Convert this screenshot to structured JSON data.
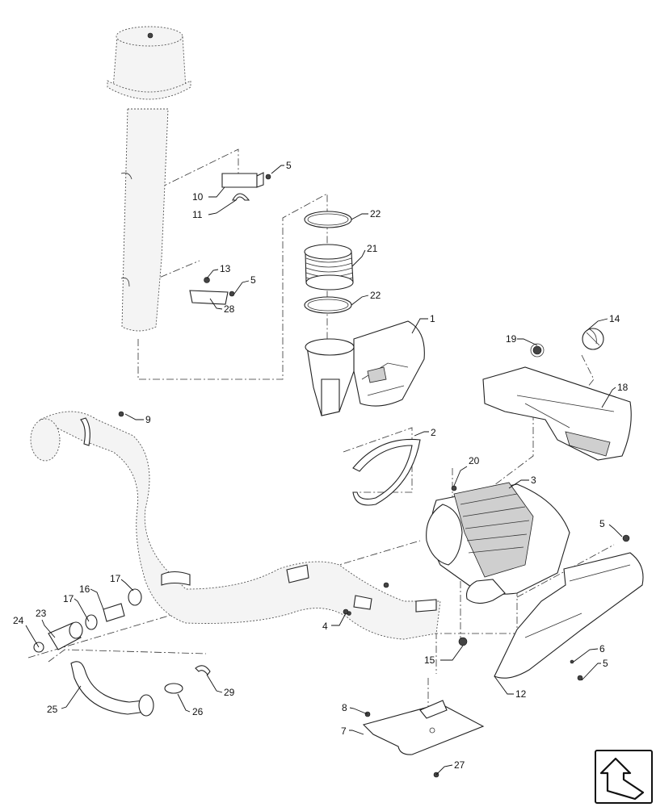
{
  "callouts": [
    "1",
    "2",
    "3",
    "4",
    "5",
    "5",
    "5",
    "5",
    "6",
    "7",
    "8",
    "9",
    "10",
    "11",
    "12",
    "13",
    "14",
    "15",
    "16",
    "17",
    "17",
    "18",
    "19",
    "20",
    "21",
    "22",
    "22",
    "23",
    "24",
    "25",
    "26",
    "27",
    "28",
    "29"
  ],
  "icons": {
    "corner": "return-arrow-icon"
  }
}
